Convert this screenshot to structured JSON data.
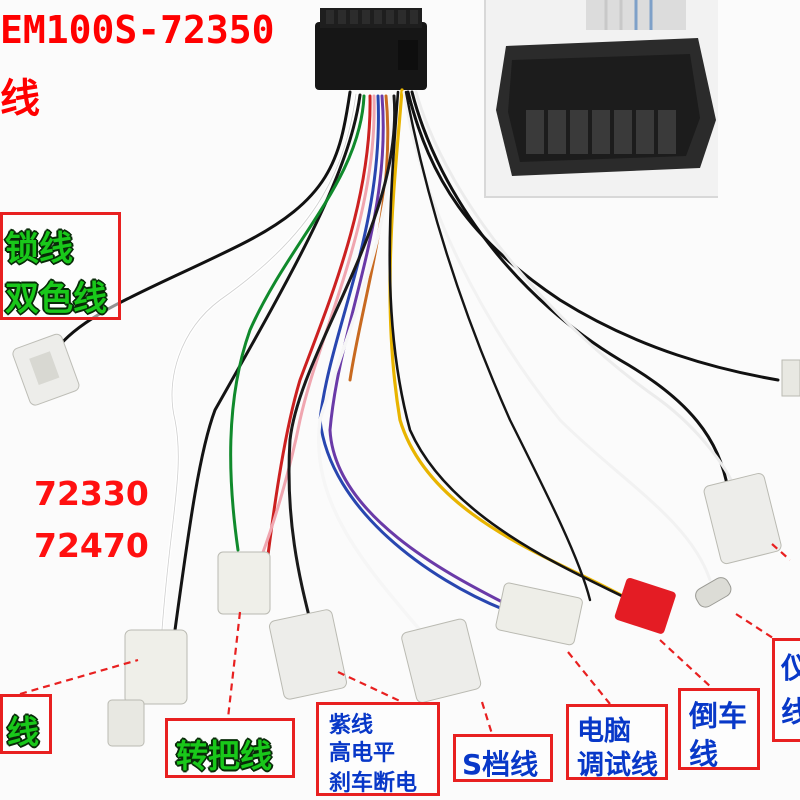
{
  "header": {
    "title": "EM100S-72350",
    "subtitle": "线"
  },
  "models": [
    "72330",
    "72470"
  ],
  "labels": {
    "lock": {
      "line1": "锁线",
      "line2": "双色线"
    },
    "left_bottom": "线",
    "throttle": "转把线",
    "brake": {
      "line1": "紫线",
      "line2": "高电平",
      "line3": "刹车断电"
    },
    "s_gear": "S档线",
    "debug": {
      "line1": "电脑",
      "line2": "调试线"
    },
    "reverse": {
      "line1": "倒车",
      "line2": "线"
    },
    "meter": {
      "line1": "仪",
      "line2": "线"
    }
  },
  "colors": {
    "annotation_red": "#e82020",
    "label_green": "#19c81a",
    "label_blue": "#0838c8",
    "title_red": "#ff0000"
  }
}
